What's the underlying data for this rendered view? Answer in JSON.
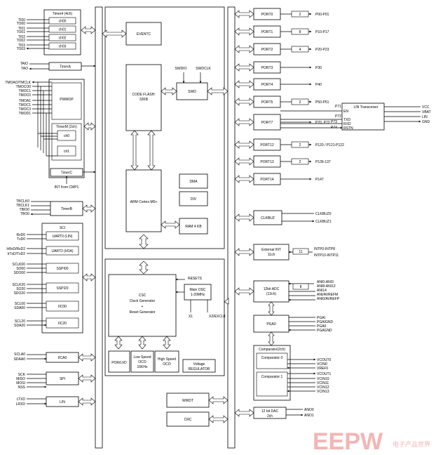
{
  "left": {
    "timer4": {
      "title": "Timer4 (4ch)",
      "channels": [
        "ch00",
        "ch01",
        "ch02",
        "ch03"
      ],
      "pins": [
        "TI00",
        "TO00",
        "TI01",
        "TO01",
        "TI02",
        "TO02",
        "TI03",
        "TO03"
      ]
    },
    "timerA": {
      "title": "TimerA",
      "pins": [
        "TAIO",
        "TAO"
      ]
    },
    "pwmop": {
      "title": "PWMOP",
      "pins": [
        "TMOAO/TMCLK",
        "TMOCO0",
        "TMOC1",
        "TMOC0",
        "TMOA1",
        "TMOC1",
        "TMOC3",
        "TMOD1"
      ]
    },
    "timerM": {
      "title": "TimerM (2ch)",
      "channels": [
        "ch0",
        "ch1"
      ]
    },
    "timerC": {
      "title": "TimerC",
      "note": "INT from CMP1"
    },
    "timerB": {
      "title": "TimerB",
      "pins": [
        "TBCLK0",
        "TBCLK1",
        "TBIO0",
        "TBO0"
      ]
    },
    "sci": {
      "title": "SCI",
      "blocks": [
        {
          "label": "UART0 (LIN)",
          "pins": [
            "RxD0",
            "TxD0"
          ]
        },
        {
          "label": "UART2 (IrDA)",
          "pins": [
            "IrRxD/RxD2",
            "IrTxD/TxD2"
          ]
        },
        {
          "label": "SSPI00",
          "pins": [
            "SCLK00",
            "SO00",
            "SDO00"
          ]
        },
        {
          "label": "SSPI20",
          "pins": [
            "SCLK20",
            "SO20",
            "SDO20"
          ]
        },
        {
          "label": "IIC00",
          "pins": [
            "SCL00",
            "SDA00"
          ]
        },
        {
          "label": "IIC20",
          "pins": [
            "SCL20",
            "SDA20"
          ]
        }
      ]
    },
    "iica0": {
      "label": "IICA0",
      "pins": [
        "SCLA0",
        "SDAA0"
      ]
    },
    "spi": {
      "label": "SPI",
      "pins": [
        "SCK",
        "MISO",
        "MOSI",
        "NSS"
      ]
    },
    "lin": {
      "label": "LIN",
      "pins": [
        "LTXD",
        "LRXD"
      ]
    }
  },
  "center": {
    "eventc": "EVENTC",
    "flash": [
      "CODE FLASH:",
      "32KB"
    ],
    "swd": {
      "label": "SWD",
      "pins": [
        "SWDIO",
        "SWDCLK"
      ]
    },
    "cpu": "ARM Cortex-M0+",
    "dma": "DMA",
    "div": "DIV",
    "ram": "RAM 4 KB",
    "resets": "RESETS",
    "csc": [
      "CSC",
      "Clock Generator",
      "+",
      "Reset Generator"
    ],
    "mainosc": [
      "Main OSC",
      "1-20MHz"
    ],
    "osc_pins": [
      "X1",
      "X2/EXCLK"
    ],
    "porlvd": "POR/LVD",
    "lowocco": [
      "Low Speed",
      "OCO",
      "15KHz"
    ],
    "highocco": [
      "High Speed",
      "OCO"
    ],
    "vreg": [
      "Voltage",
      "REGULATOR"
    ],
    "wwdt": "WWDT",
    "crc": "CRC"
  },
  "right": {
    "ports": [
      {
        "label": "PORT0",
        "count": "2",
        "pins": "P00-P01"
      },
      {
        "label": "PORT1",
        "count": "8",
        "pins": "P10-P17"
      },
      {
        "label": "PORT2",
        "count": "4",
        "pins": "P20-P23"
      },
      {
        "label": "PORT3",
        "count": "",
        "pins": "P30"
      },
      {
        "label": "PORT4",
        "count": "",
        "pins": "P40"
      },
      {
        "label": "PORT5",
        "count": "2",
        "pins": "P50-P51"
      },
      {
        "label": "PORT7",
        "count": "",
        "pins": "P70, P72"
      },
      {
        "label": "PORT12",
        "count": "2",
        "pins": "P120 / P121-P122"
      },
      {
        "label": "PORT13",
        "count": "2",
        "pins": "P136-137"
      },
      {
        "label": "PORT14",
        "count": "",
        "pins": "P147"
      }
    ],
    "port7_sub": [
      "P71",
      "P72",
      "P73",
      "P74"
    ],
    "lin_transceiver": {
      "title": "LIN Transceiver",
      "inputs": [
        "EN",
        "TXD",
        "RXD",
        "RSTN"
      ],
      "outputs": [
        "VCC",
        "VBAT",
        "LIN",
        "GND"
      ]
    },
    "clkbuz": {
      "label": "CLKBUZ",
      "pins": [
        "CLKBUZ0",
        "CLKBUZ1"
      ]
    },
    "extint": {
      "label": [
        "External INT",
        "11ch"
      ],
      "count": "11",
      "pins": [
        "INTP0-INTP8",
        "INTP10-INTP11"
      ]
    },
    "adc": {
      "label": [
        "12bit ADC",
        "(12ch)"
      ],
      "count": "8",
      "pins": [
        "ANI0-ANI3",
        "ANI8-ANI12",
        "ANI14",
        "ANI/AVREFM",
        "ANI0/AVREFP"
      ]
    },
    "pga": {
      "label": "PGA0",
      "pins": [
        "PGAI",
        "PGAIGND",
        "PGA0",
        "PGAGND"
      ]
    },
    "comparator": {
      "title": "Comparator(2ch)",
      "c0": {
        "label": "Comparator 0",
        "pins": [
          "VCOUT0",
          "VCIN0",
          "VREF0"
        ]
      },
      "c1": {
        "label": "Comparator 1",
        "pins": [
          "VCOUT1",
          "VCIN10",
          "VCIN11",
          "VCIN12",
          "VCIN13"
        ]
      }
    },
    "dac": {
      "label": [
        "12 bit DAC",
        "2ch"
      ],
      "pins": [
        "ANO0",
        "ANO1"
      ]
    }
  },
  "watermark": {
    "logo": "EEPW",
    "cn": "电子产品世界"
  }
}
